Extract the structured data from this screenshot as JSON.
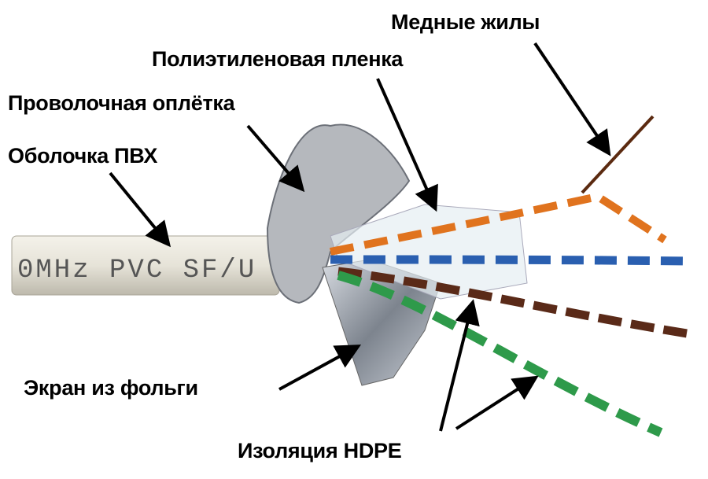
{
  "labels": {
    "copper_cores": "Медные жилы",
    "polyethylene_film": "Полиэтиленовая пленка",
    "wire_braid": "Проволочная оплётка",
    "pvc_jacket": "Оболочка ПВХ",
    "foil_screen": "Экран из фольги",
    "hdpe_insulation": "Изоляция HDPE"
  },
  "cable_print": "0MHz PVC SF/U",
  "colors": {
    "orange": "#e0731e",
    "blue": "#2a5fb0",
    "brown": "#5a2a18",
    "green": "#2e9a4a",
    "jacket": "#e8e6dc",
    "foil": "#b8bcc4"
  }
}
